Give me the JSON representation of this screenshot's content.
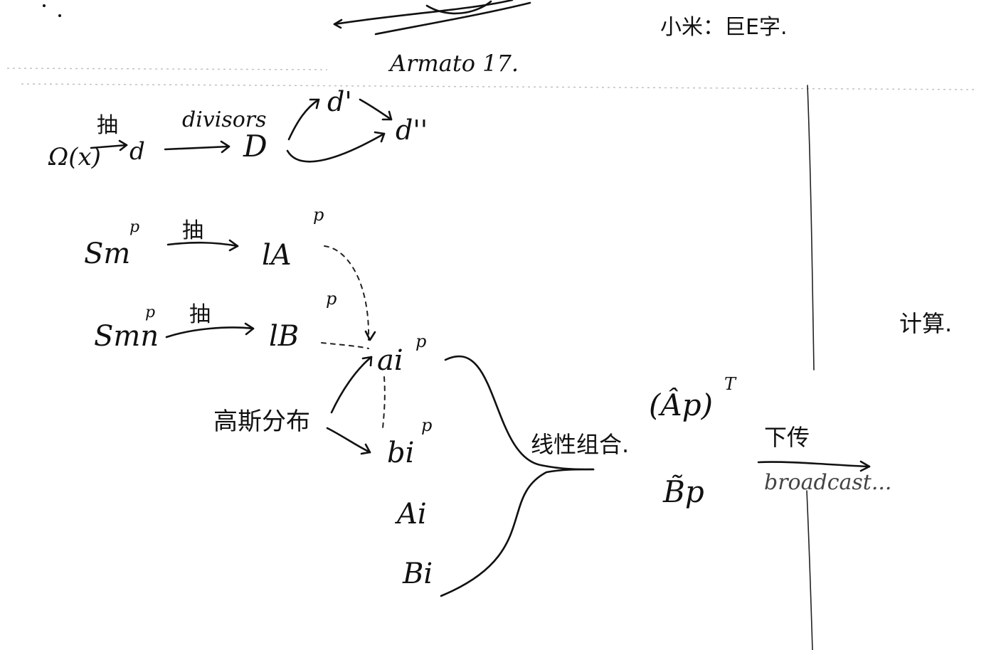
{
  "notes": {
    "top_chinese": "小米：巨E字.",
    "amato": "Armato 17.",
    "omega": "Ω(x)",
    "chou": "抽",
    "d": "d",
    "divisors": "divisors",
    "D": "D",
    "d_prime": "d'",
    "d_dprime": "d''",
    "s_m": "Sm",
    "s_m_sup": "p",
    "s_mn": "Smn",
    "s_mn_sup": "p",
    "l_a": "lA",
    "l_a_sup": "p",
    "l_b": "lB",
    "l_b_sup": "p",
    "a_i": "ai",
    "a_i_sup": "p",
    "b_i": "bi",
    "b_i_sup": "p",
    "big_a_i": "Ai",
    "big_b_i": "Bi",
    "gaussian": "高斯分布",
    "linear_combo": "线性组合.",
    "a_hat": "(Âp)",
    "a_hat_sup": "T",
    "b_tilde": "B̃p",
    "xiachuan": "下传",
    "broadcast": "broadcast...",
    "jisuan": "计算."
  }
}
